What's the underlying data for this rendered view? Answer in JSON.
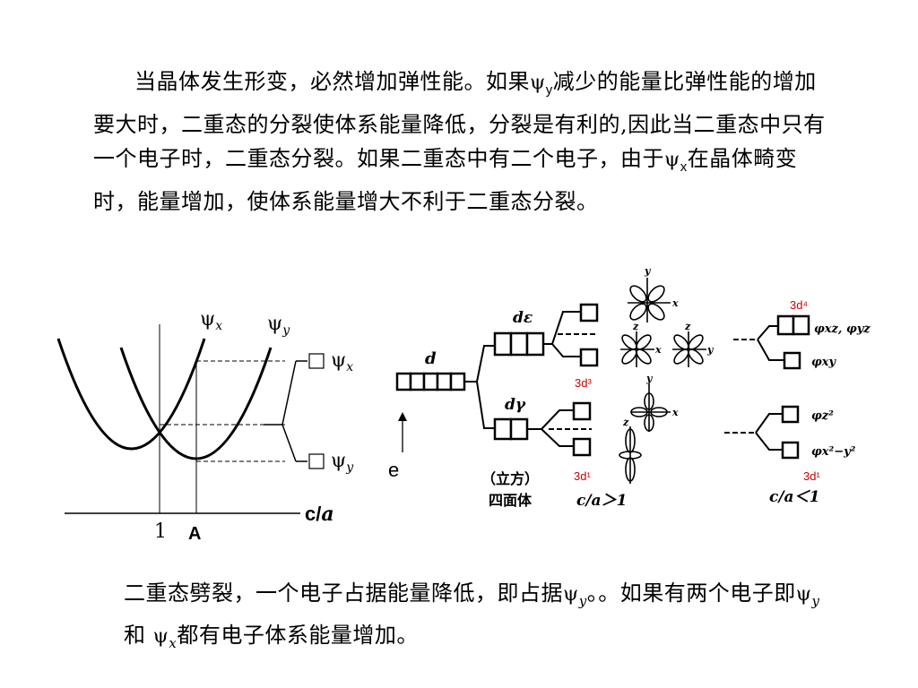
{
  "paragraph_top": {
    "s1": "当晶体发生形变，必然增加弹性能。如果",
    "psi": "ψ",
    "sub_y": "y",
    "s2": "减少的能量比弹性能的增加要大时，二重态的分裂使体系能量降低，分裂是有利的,因此当二重态中只有一个电子时，二重态分裂。如果二重态中有二个电子，由于",
    "sub_x": "x",
    "s3": "在晶体畸变时，能量增加，使体系能量增大不利于二重态分裂。"
  },
  "paragraph_bottom": {
    "s1": "二重态劈裂，一个电子占据能量降低，即占据",
    "psi": "ψ",
    "sub_y": "y",
    "s2": "。。如果有两个电子即",
    "s3": "和 ",
    "sub_x": "x",
    "s4": "都有电子体系能量增加。"
  },
  "left_diagram": {
    "curve_label_x": "ψ",
    "curve_sub_x": "x",
    "curve_label_y": "ψ",
    "curve_sub_y": "y",
    "level_label_x": "ψ",
    "level_sub_x": "x",
    "level_label_y": "ψ",
    "level_sub_y": "y",
    "tick_1": "1",
    "tick_A": "A",
    "axis_label_c": "c/",
    "axis_label_a": "a"
  },
  "right_diagram": {
    "energy_label": "e",
    "d_label": "d",
    "de_label": "dε",
    "dg_label": "dγ",
    "shape_line1": "（立方）",
    "shape_line2": "四面体",
    "config_3d3": "3d³",
    "config_3d1_left": "3d¹",
    "config_3d4": "3d⁴",
    "config_3d1_right": "3d¹",
    "cond_gt": "c/a＞1",
    "cond_lt": "c/a＜1",
    "orb_xz_yz": "φxz, φyz",
    "orb_xy": "φxy",
    "orb_z2": "φz²",
    "orb_x2y2": "φx²−y²",
    "axis_y": "y",
    "axis_x": "x",
    "axis_z": "z",
    "accent_color": "#cc0000"
  }
}
